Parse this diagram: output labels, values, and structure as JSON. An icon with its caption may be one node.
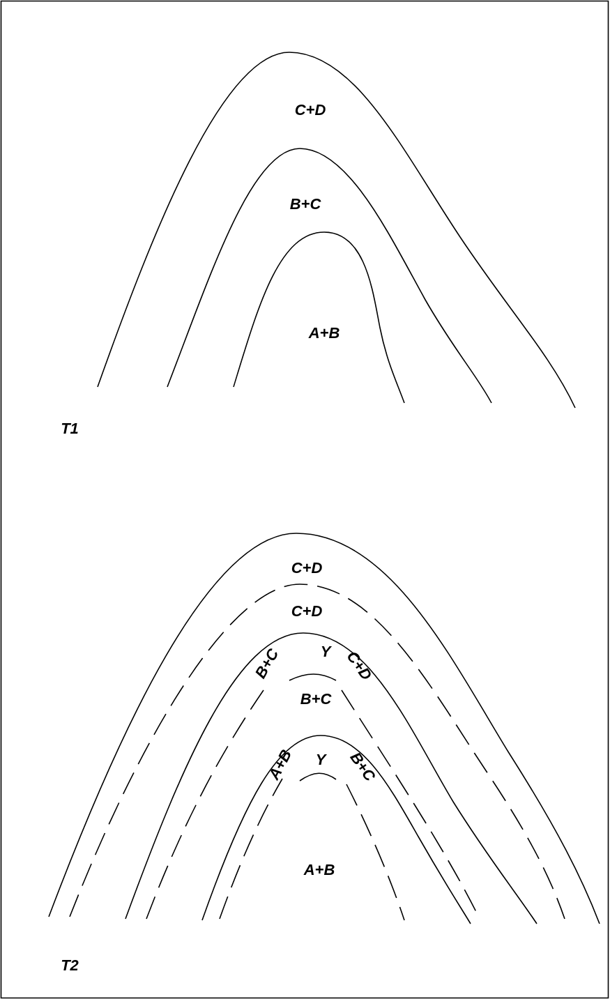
{
  "diagram": {
    "labels": [
      "C+D",
      "B+C",
      "A+B",
      "T1",
      "C+D",
      "C+D",
      "Y",
      "B+C",
      "C+D",
      "B+C",
      "Y",
      "A+B",
      "B+C",
      "A+B",
      "T2"
    ]
  }
}
